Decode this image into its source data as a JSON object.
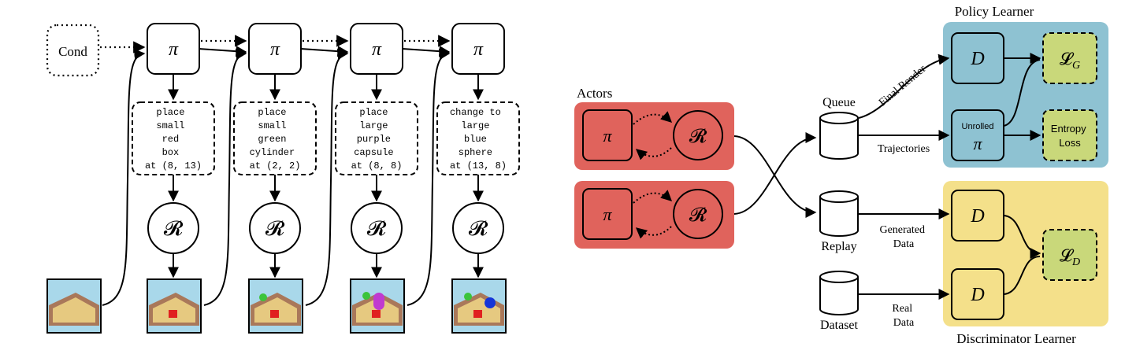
{
  "left": {
    "cond_label": "Cond",
    "policy_symbol": "π",
    "renderer_symbol": "𝓡",
    "steps": [
      {
        "command": [
          "place",
          "small",
          "red",
          "box",
          "at (8, 13)"
        ]
      },
      {
        "command": [
          "place",
          "small",
          "green",
          "cylinder",
          "at (2, 2)"
        ]
      },
      {
        "command": [
          "place",
          "large",
          "purple",
          "capsule",
          "at (8, 8)"
        ]
      },
      {
        "command": [
          "change to",
          "large",
          "blue",
          "sphere",
          "at (13, 8)"
        ]
      }
    ]
  },
  "right": {
    "actors_title": "Actors",
    "policy_learner_title": "Policy Learner",
    "discriminator_learner_title": "Discriminator Learner",
    "queue_label": "Queue",
    "replay_label": "Replay",
    "dataset_label": "Dataset",
    "final_render_label": "Final Render",
    "trajectories_label": "Trajectories",
    "generated_data_label": [
      "Generated",
      "Data"
    ],
    "real_data_label": [
      "Real",
      "Data"
    ],
    "d_symbol": "D",
    "unrolled_label": "Unrolled",
    "pi_symbol": "π",
    "lg_main": "𝓛",
    "lg_sub": "G",
    "ld_main": "𝓛",
    "ld_sub": "D",
    "entropy_label": [
      "Entropy",
      "Loss"
    ]
  },
  "colors": {
    "actors_bg": "#e0635c",
    "policy_learner_bg": "#8ec2d2",
    "discriminator_bg": "#f4e08a",
    "loss_box": "#c9d87a",
    "sky": "#a9d8ea",
    "sand": "#e6c980",
    "wall": "#a9785a"
  },
  "icons": {
    "scene": "sandbox-scene-thumbnail",
    "storage": "database-cylinder-icon"
  }
}
